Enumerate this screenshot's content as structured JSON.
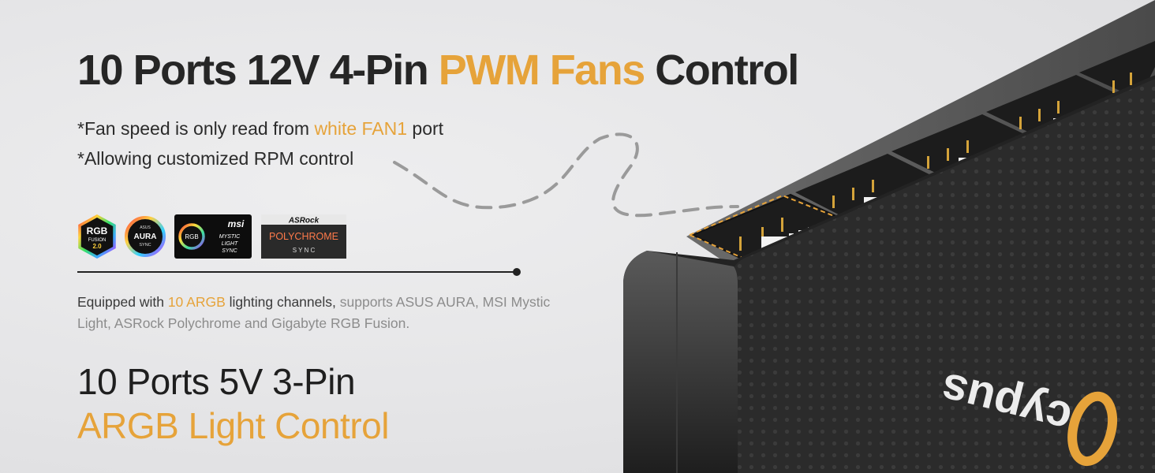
{
  "headline": {
    "part1": "10 Ports 12V 4-Pin ",
    "accent": "PWM Fans",
    "part2": " Control"
  },
  "notes": {
    "line1_a": "*Fan speed is only read from ",
    "line1_accent": "white FAN1",
    "line1_b": " port",
    "line2": "*Allowing customized RPM control"
  },
  "logos": {
    "rgb_fusion": [
      "RGB",
      "FUSION",
      "2.0"
    ],
    "aura": {
      "brand": "ASUS",
      "name": "AURA",
      "sub": "SYNC"
    },
    "msi": {
      "brand": "msi",
      "badge": "RGB",
      "lines": [
        "MYSTIC",
        "LIGHT",
        "SYNC"
      ]
    },
    "asrock": {
      "brand": "ASRock",
      "name": "POLYCHROME",
      "sub": "S Y N C"
    }
  },
  "description": {
    "a": "Equipped with ",
    "accent": "10 ARGB",
    "b": " lighting channels,",
    "muted": " supports ASUS AURA, MSI Mystic Light, ASRock Polychrome and Gigabyte RGB Fusion."
  },
  "subheadline": {
    "line1": "10 Ports 5V 3-Pin",
    "line2": "ARGB Light Control"
  },
  "product": {
    "brand_text": "cypus"
  },
  "colors": {
    "accent": "#e6a33a",
    "dark_text": "#262626",
    "muted_text": "#8c8c8c",
    "device_body": "#2a2a2a"
  }
}
